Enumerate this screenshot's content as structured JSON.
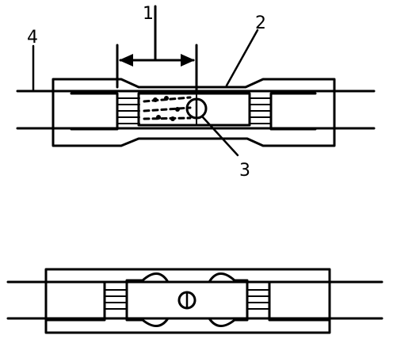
{
  "diagram": {
    "callouts": {
      "c1": "1",
      "c2": "2",
      "c3": "3",
      "c4": "4"
    },
    "colors": {
      "ink": "#000000",
      "paper": "#ffffff"
    }
  }
}
